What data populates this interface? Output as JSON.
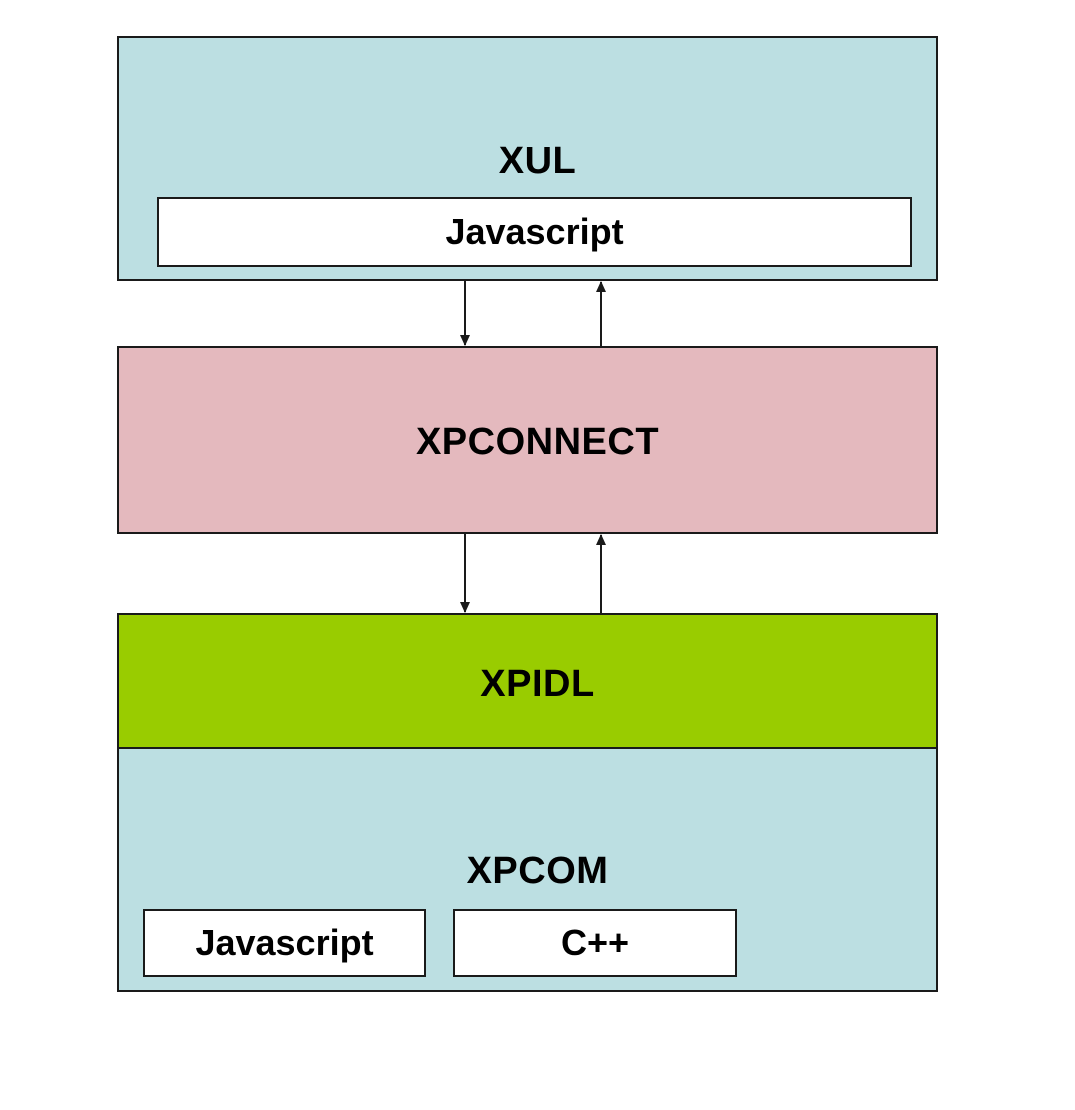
{
  "diagram": {
    "layers": {
      "xul": {
        "title": "XUL",
        "inner": "Javascript",
        "color": "#bcdfe2"
      },
      "xpconnect": {
        "title": "XPCONNECT",
        "color": "#e4b9be"
      },
      "xpidl": {
        "title": "XPIDL",
        "color": "#99cc00"
      },
      "xpcom": {
        "title": "XPCOM",
        "inner_left": "Javascript",
        "inner_right": "C++",
        "color": "#bcdfe2"
      }
    },
    "connections": [
      {
        "from": "xul",
        "to": "xpconnect",
        "direction": "down"
      },
      {
        "from": "xpconnect",
        "to": "xul",
        "direction": "up"
      },
      {
        "from": "xpconnect",
        "to": "xpidl",
        "direction": "down"
      },
      {
        "from": "xpidl",
        "to": "xpconnect",
        "direction": "up"
      }
    ]
  }
}
